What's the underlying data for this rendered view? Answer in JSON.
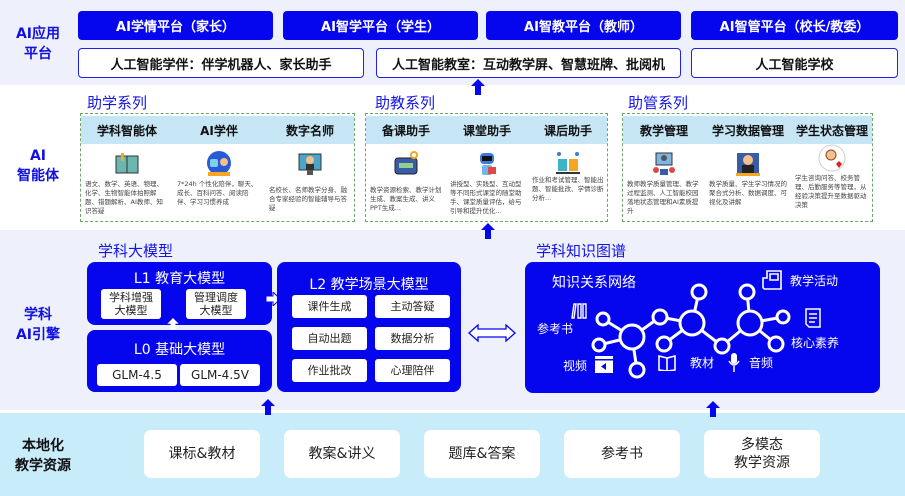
{
  "rows": {
    "app_platform": "AI应用\n平台",
    "agents": "AI\n智能体",
    "engine": "学科\nAI引擎",
    "resources": "本地化\n教学资源"
  },
  "platforms": [
    "AI学情平台（家长）",
    "AI智学平台（学生）",
    "AI智教平台（教师）",
    "AI智管平台（校长/教委）"
  ],
  "platform_products": [
    "人工智能学伴：伴学机器人、家长助手",
    "人工智能教室：互动教学屏、智慧班牌、批阅机",
    "人工智能学校"
  ],
  "series": [
    {
      "title": "助学系列",
      "items": [
        {
          "name": "学科智能体",
          "icon": "book-icon",
          "desc": "语文、数学、英语、物理、化学、生物智能体拍照解题、错题解析、AI教师、知识答疑"
        },
        {
          "name": "AI学伴",
          "icon": "robot-companion-icon",
          "desc": "7*24h 个性化陪伴，聊天、成长、百科问答、阅读陪伴、学习习惯养成"
        },
        {
          "name": "数字名师",
          "icon": "digital-teacher-icon",
          "desc": "名校长、名师教学分身、融合专家经验的智能辅导与答疑"
        }
      ]
    },
    {
      "title": "助教系列",
      "items": [
        {
          "name": "备课助手",
          "icon": "toolbox-icon",
          "desc": "教学资源检索、教学计划生成、教案生成、讲义PPT生成..."
        },
        {
          "name": "课堂助手",
          "icon": "robot-icon",
          "desc": "讲授型、实践型、互动型等不同形式课堂的随堂助手、课堂质量评估，给与引导和提升优化..."
        },
        {
          "name": "课后助手",
          "icon": "open-book-icon",
          "desc": "作业和考试管理、智能出题、智能批改、学情诊断分析..."
        }
      ]
    },
    {
      "title": "助管系列",
      "items": [
        {
          "name": "教学管理",
          "icon": "classroom-icon",
          "desc": "教师教学质量管理、教学过程监测、人工智能校园落地状态管理和AI素质提升"
        },
        {
          "name": "学习数据管理",
          "icon": "analyst-icon",
          "desc": "教学质量、学生学习情况的聚合式分析、数据调度、可视化及讲解"
        },
        {
          "name": "学生状态管理",
          "icon": "counselor-icon",
          "desc": "学生咨询问答、校务管理、后勤服务等管理，从经验决策提升至数据驱动决策"
        }
      ]
    }
  ],
  "model": {
    "section_title": "学科大模型",
    "l1": {
      "title": "L1 教育大模型",
      "items": [
        "学科增强\n大模型",
        "管理调度\n大模型"
      ]
    },
    "l0": {
      "title": "L0 基础大模型",
      "items": [
        "GLM-4.5",
        "GLM-4.5V"
      ]
    },
    "l2": {
      "title": "L2 教学场景大模型",
      "items": [
        "课件生成",
        "主动答疑",
        "自动出题",
        "数据分析",
        "作业批改",
        "心理陪伴"
      ]
    }
  },
  "knowledge": {
    "section_title": "学科知识图谱",
    "network_title": "知识关系网络",
    "labels": {
      "reference": "参考书",
      "video": "视频",
      "textbook": "教材",
      "audio": "音频",
      "activity": "教学活动",
      "literacy": "核心素养"
    }
  },
  "resources": [
    "课标&教材",
    "教案&讲义",
    "题库&答案",
    "参考书",
    "多模态\n教学资源"
  ],
  "colors": {
    "primary": "#0505ee",
    "band_light": "#eef0fc",
    "band_bottom": "#c9ecfb",
    "header_strip": "#c6e6f6"
  }
}
